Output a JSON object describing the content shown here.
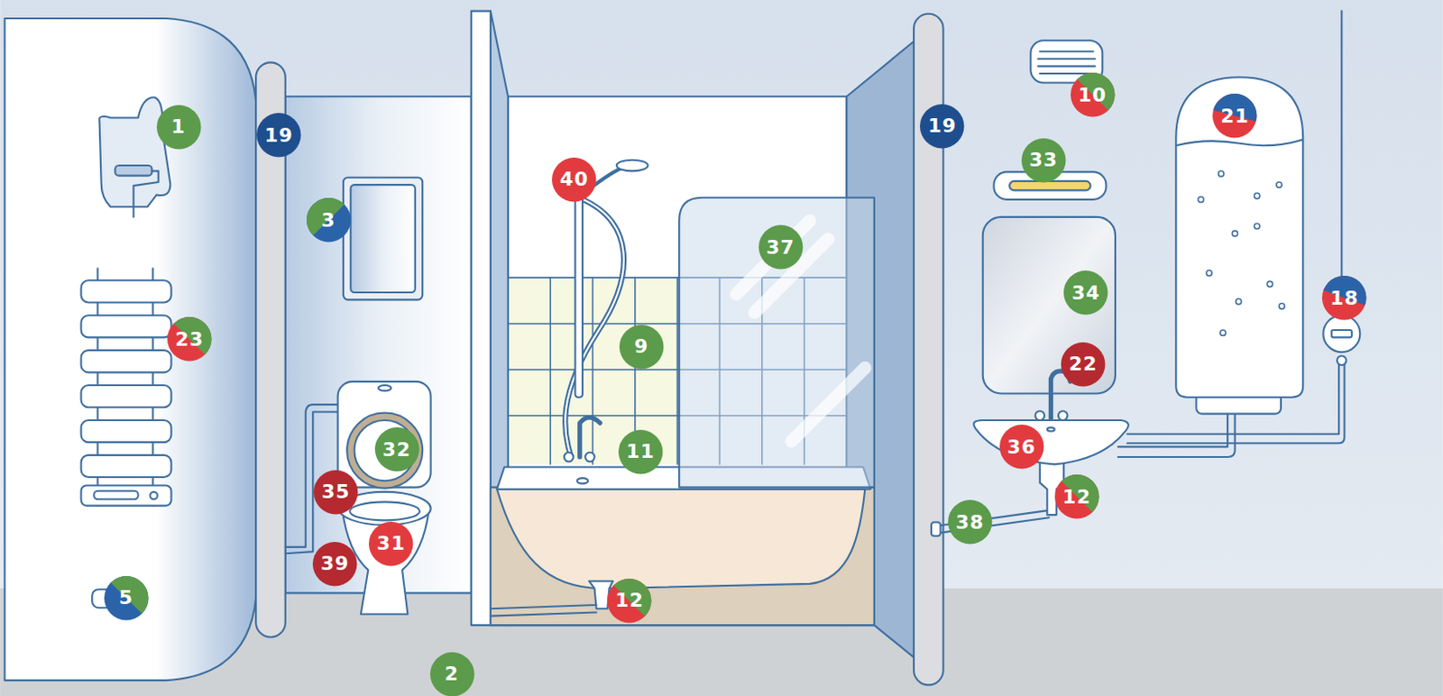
{
  "diagram": {
    "nodes": [
      {
        "text": [
          "1"
        ]
      },
      {
        "text": [
          "19"
        ]
      },
      {
        "text": [
          "3"
        ]
      },
      {
        "text": [
          "23"
        ]
      },
      {
        "text": [
          "32"
        ]
      },
      {
        "text": [
          "35"
        ]
      },
      {
        "text": [
          "31"
        ]
      },
      {
        "text": [
          "39"
        ]
      },
      {
        "text": [
          "5"
        ]
      },
      {
        "text": [
          "2"
        ]
      },
      {
        "text": [
          "40"
        ]
      },
      {
        "text": [
          "37"
        ]
      },
      {
        "text": [
          "9"
        ]
      },
      {
        "text": [
          "11"
        ]
      },
      {
        "text": [
          "12"
        ]
      },
      {
        "text": [
          "10"
        ]
      },
      {
        "text": [
          "19"
        ]
      },
      {
        "text": [
          "21"
        ]
      },
      {
        "text": [
          "33"
        ]
      },
      {
        "text": [
          "34"
        ]
      },
      {
        "text": [
          "18"
        ]
      },
      {
        "text": [
          "22"
        ]
      },
      {
        "text": [
          "36"
        ]
      },
      {
        "text": [
          "12"
        ]
      },
      {
        "text": [
          "38"
        ]
      }
    ]
  }
}
